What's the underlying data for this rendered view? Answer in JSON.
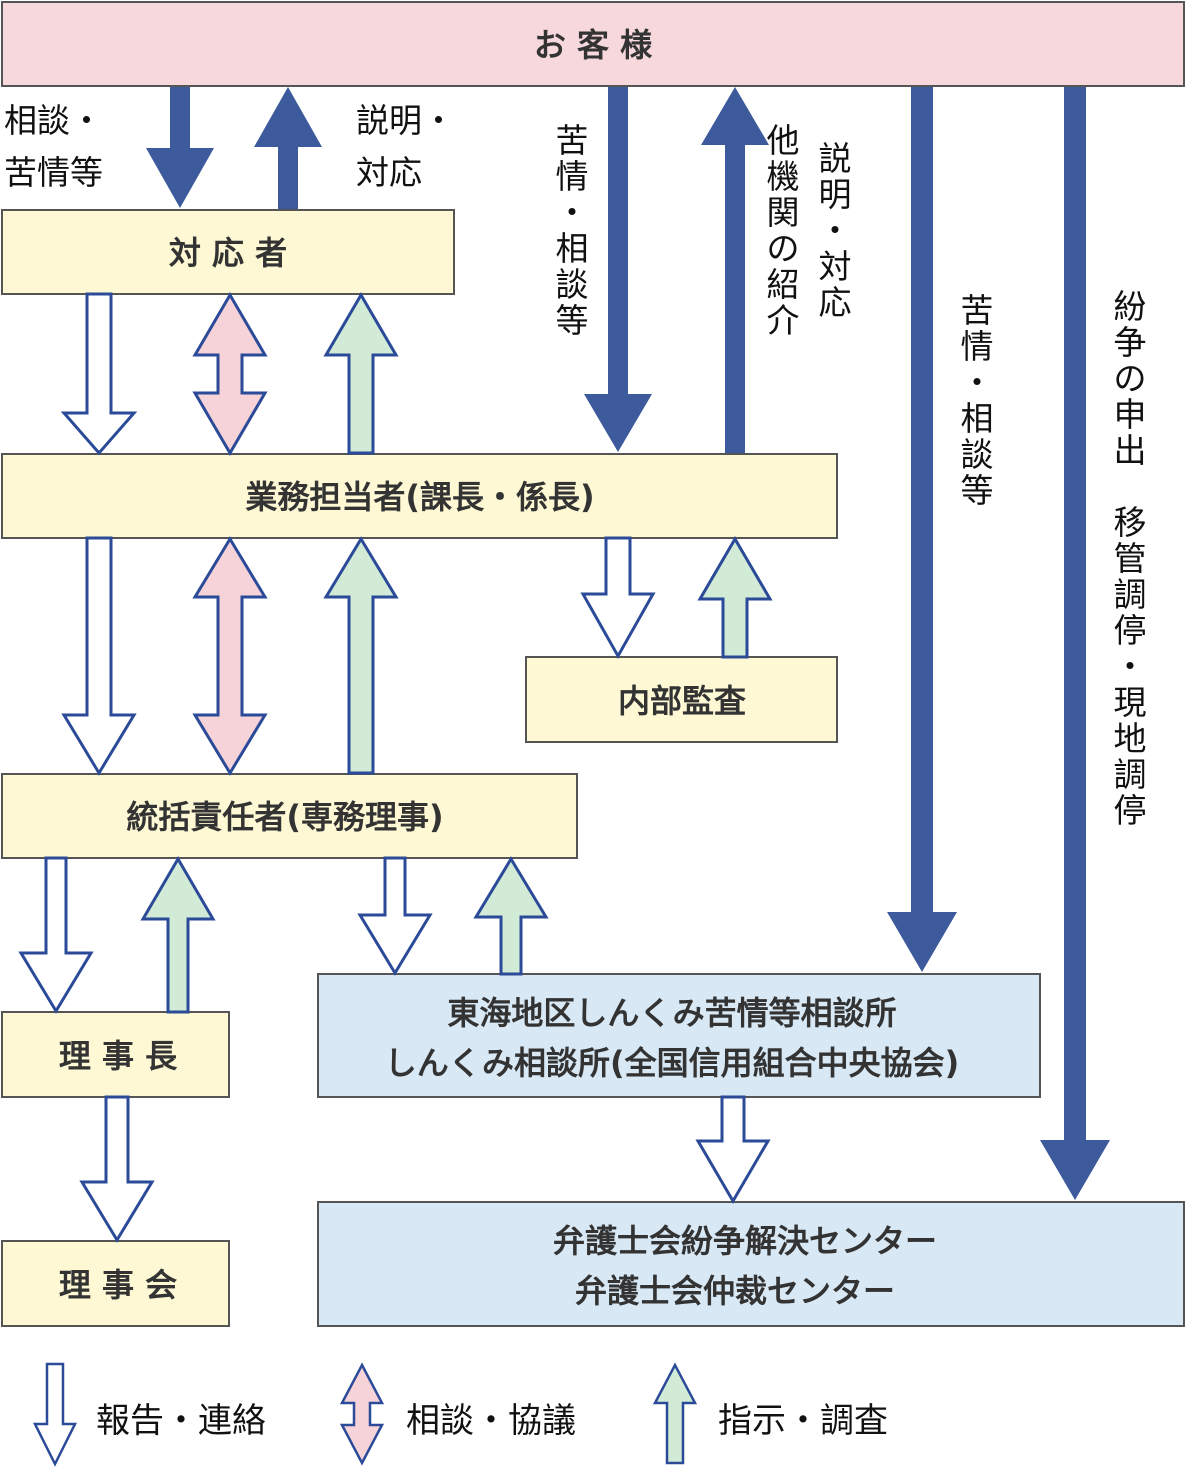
{
  "colors": {
    "customer_fill": "#f6d8dd",
    "internal_fill": "#fef9d4",
    "external_fill": "#d8e8f4",
    "box_stroke": "#555555",
    "solid_arrow": "#3c5a9c",
    "outline_arrow_stroke": "#2b4a98",
    "report_fill": "#ffffff",
    "consult_fill": "#f5d3d9",
    "instruct_fill": "#d2ebd6"
  },
  "nodes": {
    "customer": "お 客 様",
    "responder": "対 応 者",
    "staff": "業務担当者(課長・係長)",
    "audit": "内部監査",
    "supervisor": "統括責任者(専務理事)",
    "chairman": "理 事 長",
    "board": "理 事 会",
    "consultation_center": [
      "東海地区しんくみ苦情等相談所",
      "しんくみ相談所(全国信用組合中央協会)"
    ],
    "bar_center": [
      "弁護士会紛争解決センター",
      "弁護士会仲裁センター"
    ]
  },
  "flow_labels": {
    "to_responder": [
      "相談・",
      "苦情等"
    ],
    "from_responder": [
      "説明・",
      "対応"
    ],
    "to_staff_vertical": "苦情・相談等",
    "from_staff_vertical_1": "他機関の紹介",
    "from_staff_vertical_2": "説明・対応",
    "to_consultation_vertical": "苦情・相談等",
    "to_bar_vertical": "紛争の申出　移管調停・現地調停"
  },
  "legend": [
    {
      "type": "report",
      "label": "報告・連絡"
    },
    {
      "type": "consult",
      "label": "相談・協議"
    },
    {
      "type": "instruct",
      "label": "指示・調査"
    }
  ]
}
